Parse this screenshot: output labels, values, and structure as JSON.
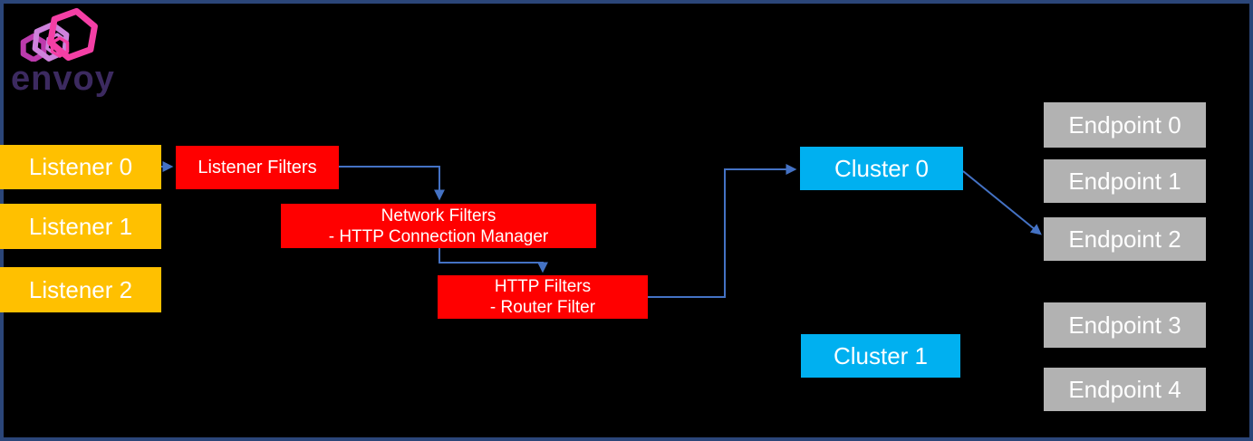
{
  "logo": {
    "wordmark": "envoy",
    "icon": "envoy-hexagons"
  },
  "diagram": {
    "listeners": [
      {
        "label": "Listener 0"
      },
      {
        "label": "Listener 1"
      },
      {
        "label": "Listener 2"
      }
    ],
    "listener_filters": {
      "label": "Listener Filters"
    },
    "network_filters": {
      "title": "Network Filters",
      "detail": "- HTTP Connection Manager"
    },
    "http_filters": {
      "title": "HTTP Filters",
      "detail": "- Router Filter"
    },
    "clusters": [
      {
        "label": "Cluster 0"
      },
      {
        "label": "Cluster 1"
      }
    ],
    "endpoints": [
      {
        "label": "Endpoint 0"
      },
      {
        "label": "Endpoint 1"
      },
      {
        "label": "Endpoint 2"
      },
      {
        "label": "Endpoint 3"
      },
      {
        "label": "Endpoint 4"
      }
    ],
    "connections": [
      {
        "from": "Listener 0",
        "to": "Listener Filters"
      },
      {
        "from": "Listener Filters",
        "to": "Network Filters"
      },
      {
        "from": "Network Filters",
        "to": "HTTP Filters"
      },
      {
        "from": "HTTP Filters",
        "to": "Cluster 0"
      },
      {
        "from": "Cluster 0",
        "to": "Endpoint 2"
      }
    ]
  },
  "colors": {
    "background": "#000000",
    "frame_border": "#2B4679",
    "listener": "#FFC000",
    "filter": "#FF0000",
    "cluster": "#00B0F0",
    "endpoint": "#B2B2B2",
    "connector": "#4472C4",
    "node_text": "#FFFFFF",
    "logo_pink": "#F43FA5",
    "logo_orchid": "#CE82DC",
    "logo_magenta": "#BC3BAD",
    "logo_text": "#3C2A60"
  }
}
